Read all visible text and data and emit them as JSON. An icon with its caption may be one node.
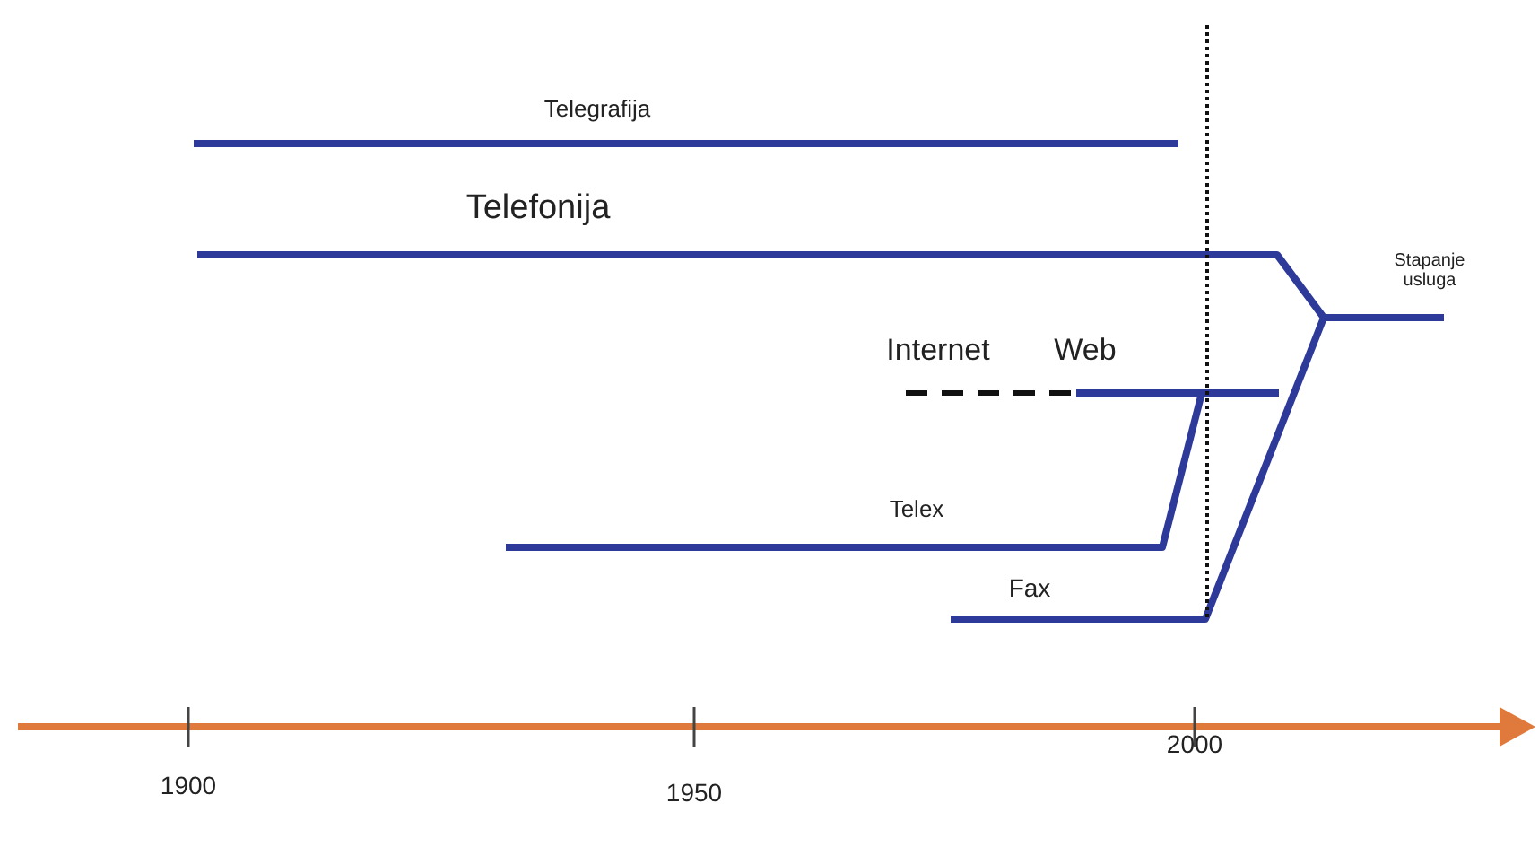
{
  "diagram": {
    "labels": [
      "Telegrafija",
      "Telefonija",
      "Stapanje usluga",
      "Internet",
      "Web",
      "Telex",
      "Fax",
      "1900",
      "1950",
      "2000"
    ]
  }
}
